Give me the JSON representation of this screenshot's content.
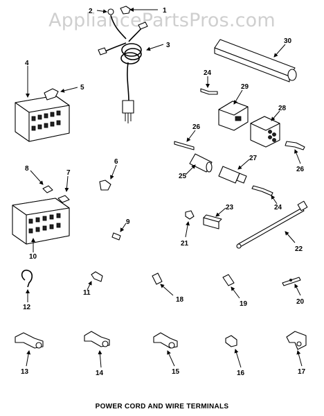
{
  "watermark": "AppliancePartsPros.com",
  "caption": "POWER CORD AND WIRE TERMINALS",
  "callouts": {
    "c1": "1",
    "c2": "2",
    "c3": "3",
    "c4": "4",
    "c5": "5",
    "c6": "6",
    "c7": "7",
    "c8": "8",
    "c9": "9",
    "c10": "10",
    "c11": "11",
    "c12": "12",
    "c13": "13",
    "c14": "14",
    "c15": "15",
    "c16": "16",
    "c17": "17",
    "c18": "18",
    "c19": "19",
    "c20": "20",
    "c21": "21",
    "c22": "22",
    "c23": "23",
    "c24a": "24",
    "c24b": "24",
    "c25": "25",
    "c26a": "26",
    "c26b": "26",
    "c27": "27",
    "c28": "28",
    "c29": "29",
    "c30": "30"
  }
}
